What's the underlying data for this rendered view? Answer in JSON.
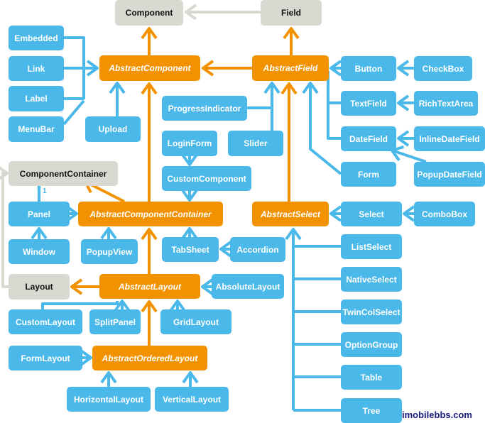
{
  "colors": {
    "class": "#4bb8ea",
    "abstract": "#f39200",
    "interface": "#dad9d1"
  },
  "nodes": {
    "component": "Component",
    "field": "Field",
    "embedded": "Embedded",
    "link": "Link",
    "label": "Label",
    "menubar": "MenuBar",
    "abstract_component": "AbstractComponent",
    "abstract_field": "AbstractField",
    "upload": "Upload",
    "progress": "ProgressIndicator",
    "slider": "Slider",
    "loginform": "LoginForm",
    "custom_component": "CustomComponent",
    "button": "Button",
    "checkbox": "CheckBox",
    "textfield": "TextField",
    "richtextarea": "RichTextArea",
    "datefield": "DateField",
    "inlinedatefield": "InlineDateField",
    "form": "Form",
    "popupdatefield": "PopupDateField",
    "component_container": "ComponentContainer",
    "panel": "Panel",
    "abstract_component_container": "AbstractComponentContainer",
    "abstract_select": "AbstractSelect",
    "select": "Select",
    "combobox": "ComboBox",
    "window": "Window",
    "popupview": "PopupView",
    "tabsheet": "TabSheet",
    "accordion": "Accordion",
    "listselect": "ListSelect",
    "layout": "Layout",
    "abstract_layout": "AbstractLayout",
    "absolute_layout": "AbsoluteLayout",
    "nativeselect": "NativeSelect",
    "custom_layout": "CustomLayout",
    "splitpanel": "SplitPanel",
    "grid_layout": "GridLayout",
    "twincolselect": "TwinColSelect",
    "form_layout": "FormLayout",
    "abstract_ordered_layout": "AbstractOrderedLayout",
    "optiongroup": "OptionGroup",
    "table": "Table",
    "horizontal_layout": "HorizontalLayout",
    "vertical_layout": "VerticalLayout",
    "tree": "Tree"
  },
  "multiplicity": "1",
  "watermark": "imobilebbs.com"
}
